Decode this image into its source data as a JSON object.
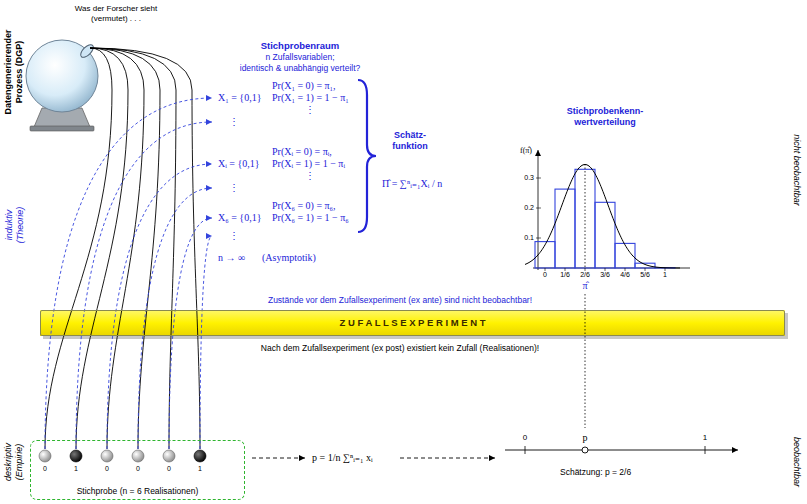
{
  "diagram": {
    "nodes": [
      {
        "text": [
          "Z U F A L L S E X P E R I M E N T"
        ]
      },
      {
        "text": [
          "Stichprobe (n = 6 Realisationen)"
        ]
      }
    ],
    "labels": [
      "Was der Forscher sieht (vermutet) . . .",
      "Datengenerierender Prozess (DGP)",
      "induktiv (Theorie)",
      "deskriptiv (Empirie)",
      "nicht beobachtbar",
      "beobachtbar",
      "Stichprobenraum",
      "n Zufallsvariablen;",
      "identisch & unabhängig verteilt?",
      "X₁ = {0,1}",
      "Pr(X₁ = 0) = π₁,",
      "Pr(X₁ = 1) = 1 − π₁",
      "⋮",
      "⋮",
      "Xᵢ = {0,1}",
      "Pr(Xᵢ = 0) = πᵢ,",
      "Pr(Xᵢ = 1) = 1 − πᵢ",
      "⋮",
      "⋮",
      "X₆ = {0,1}",
      "Pr(X₆ = 0) = π₆,",
      "Pr(X₆ = 1) = 1 − π₆",
      "⋮",
      "n → ∞",
      "(Asymptotik)",
      "Schätz- funktion",
      "Π̂ = ∑ⁿᵢ₌₁Xᵢ / n",
      "Stichprobenkenn- wertverteilung",
      "f(π̂)",
      "0.3",
      "0.2",
      "0.1",
      "0",
      "1/6",
      "2/6",
      "3/6",
      "4/6",
      "5/6",
      "1",
      "π̂",
      "Zustände vor dem Zufallsexperiment (ex ante) sind nicht beobachtbar!",
      "Nach dem Zufallsexperiment (ex post) existiert kein Zufall (Realisationen)!",
      "0",
      "1",
      "0",
      "0",
      "0",
      "1",
      "p = 1/n ∑ⁿᵢ₌₁ xᵢ",
      "0",
      "p",
      "1",
      "Schätzung: p = 2/6"
    ]
  }
}
